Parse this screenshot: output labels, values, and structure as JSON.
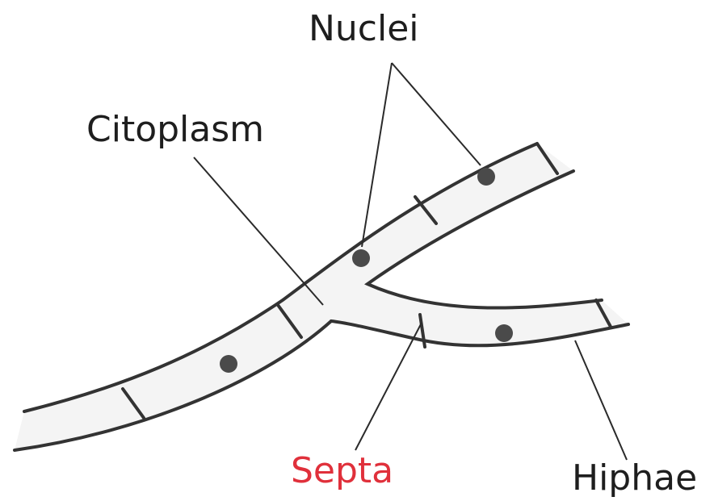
{
  "labels": {
    "nuclei": "Nuclei",
    "citoplasm": "Citoplasm",
    "septa": "Septa",
    "hiphae": "Hiphae"
  },
  "colors": {
    "label_text": "#1e1e1e",
    "septa_label": "#e0303b",
    "cell_outline": "#333333",
    "cytoplasm_fill": "#f4f4f4",
    "nucleus_fill": "#4a4a4a",
    "pointer_line": "#2a2a2a",
    "background": "#ffffff"
  }
}
